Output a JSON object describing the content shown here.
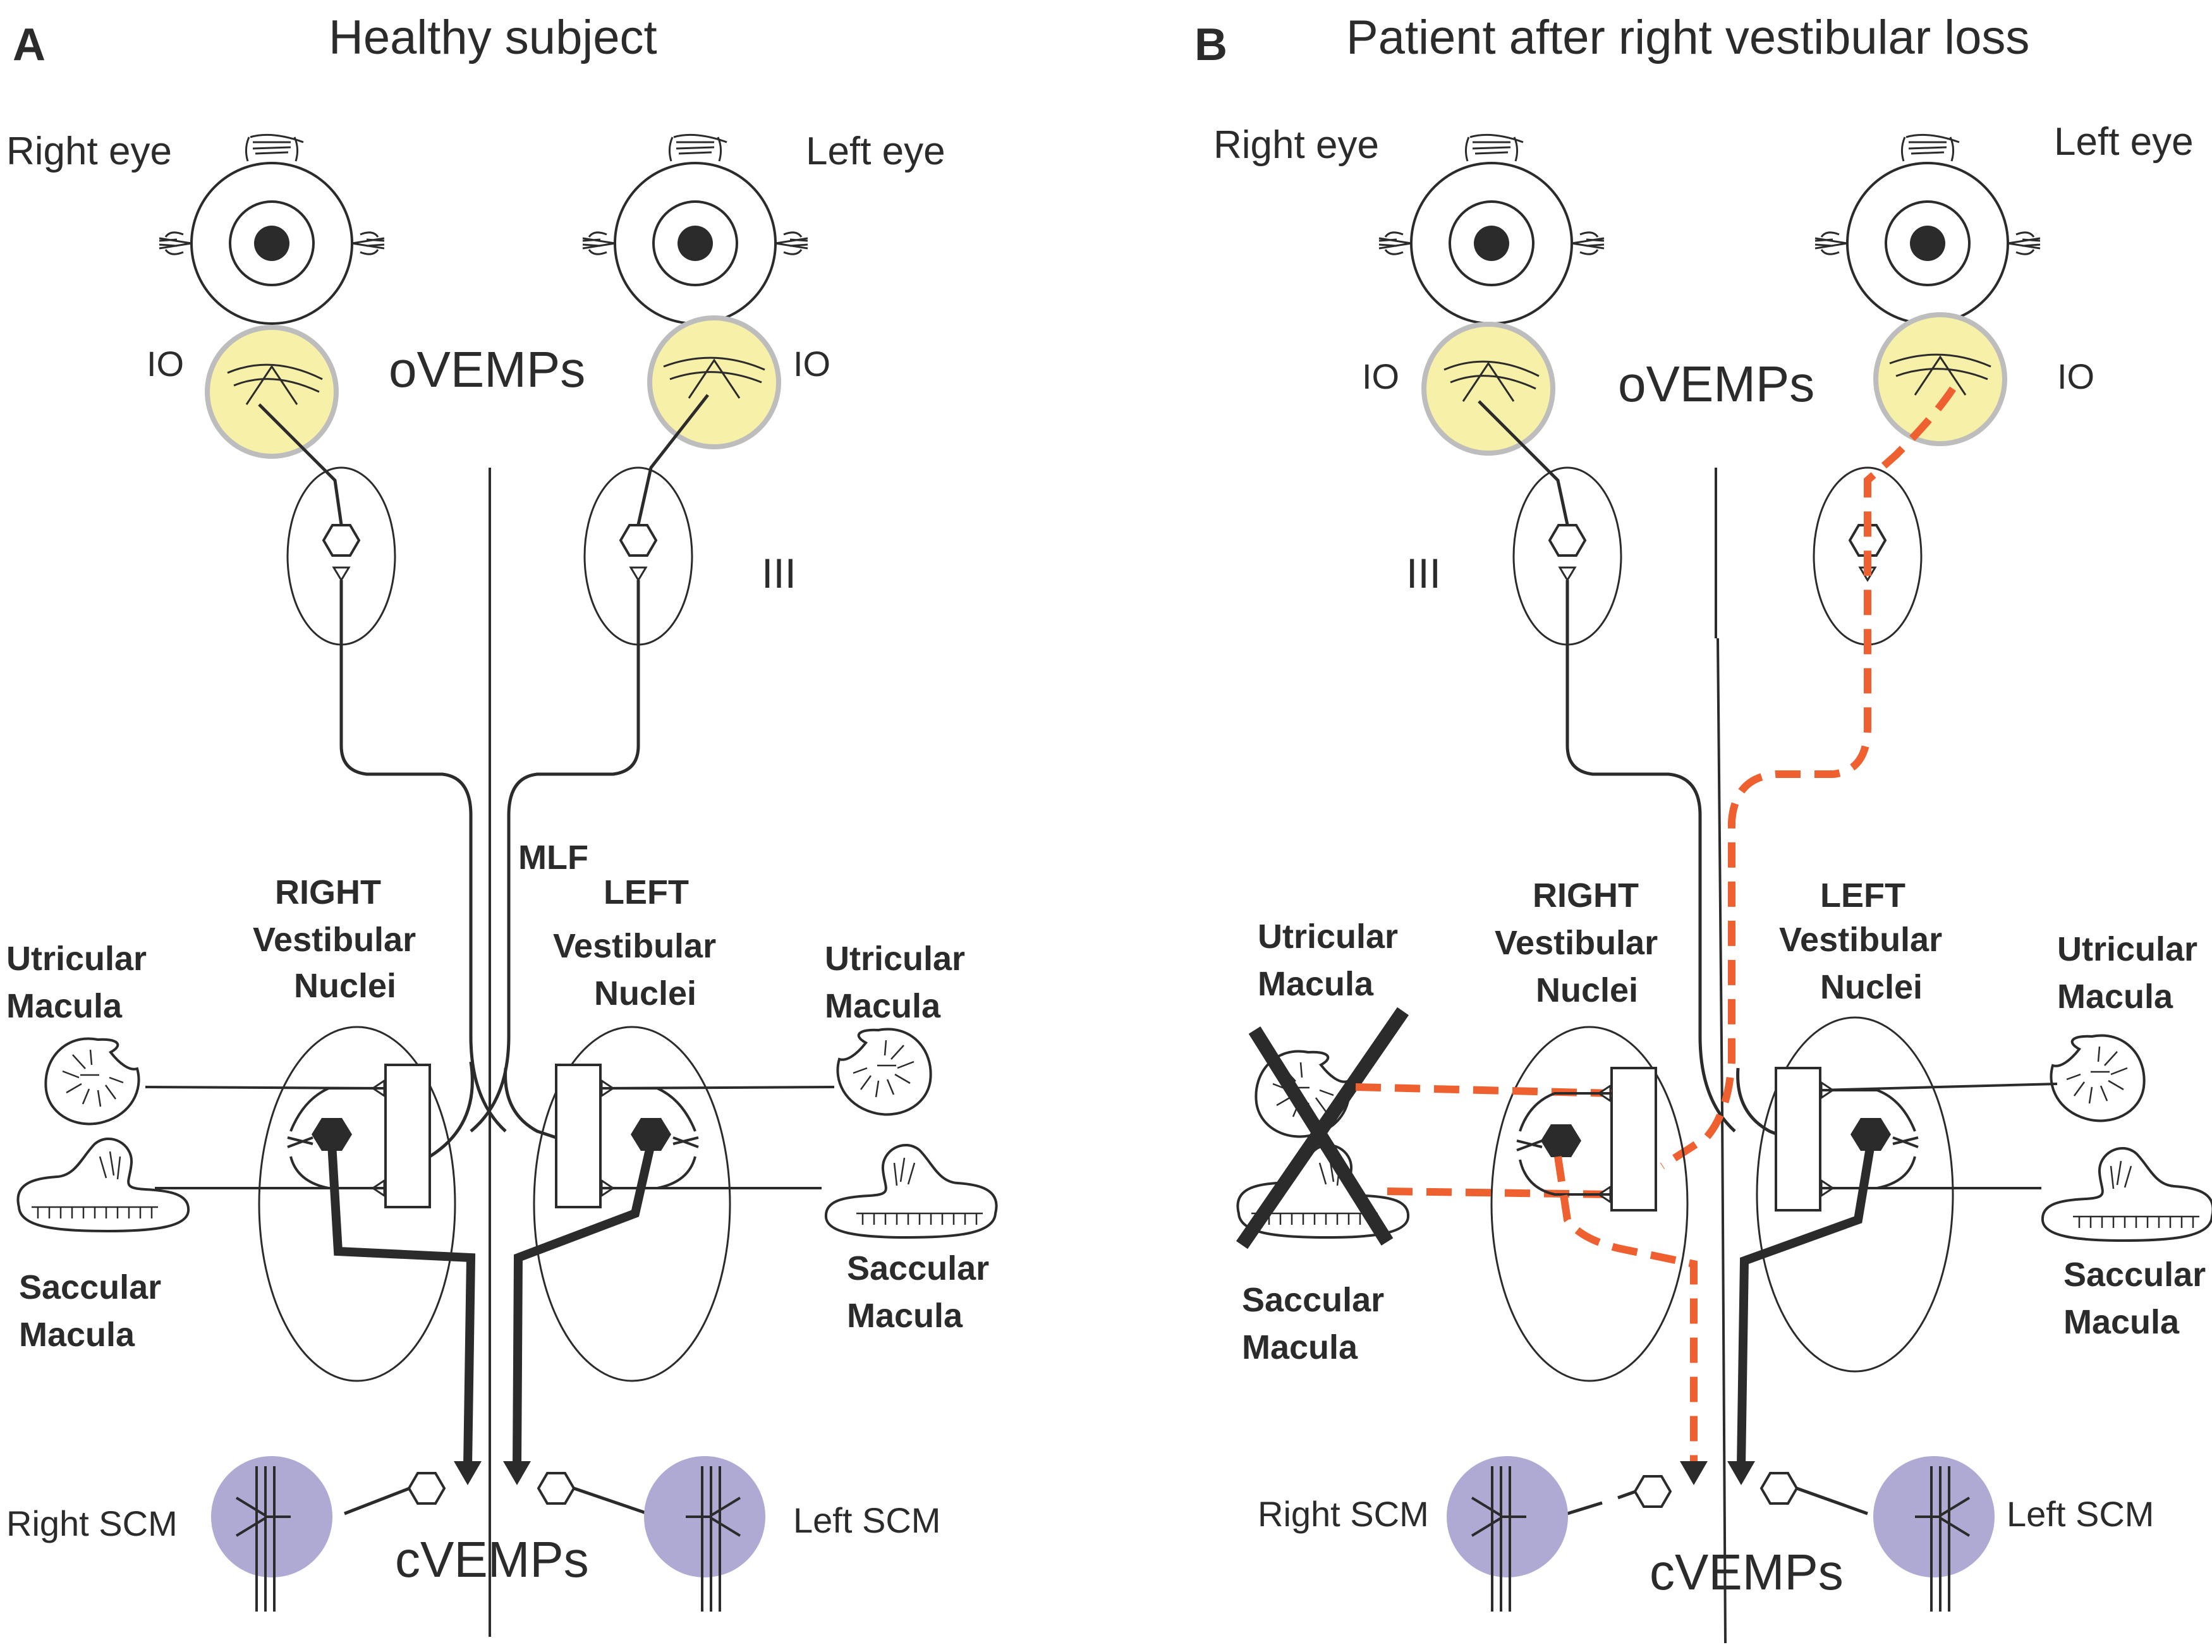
{
  "panel_a": {
    "letter": "A",
    "title": "Healthy subject",
    "right_eye": "Right eye",
    "left_eye": "Left eye",
    "io_right": "IO",
    "io_left": "IO",
    "ovemps": "oVEMPs",
    "nerve_iii": "III",
    "mlf": "MLF",
    "right_vn": [
      "RIGHT",
      "Vestibular",
      "Nuclei"
    ],
    "left_vn": [
      "LEFT",
      "Vestibular",
      "Nuclei"
    ],
    "utricular_right": [
      "Utricular",
      "Macula"
    ],
    "utricular_left": [
      "Utricular",
      "Macula"
    ],
    "saccular_right": [
      "Saccular",
      "Macula"
    ],
    "saccular_left": [
      "Saccular",
      "Macula"
    ],
    "right_scm": "Right  SCM",
    "left_scm": "Left  SCM",
    "cvemps": "cVEMPs"
  },
  "panel_b": {
    "letter": "B",
    "title": "Patient after right vestibular loss",
    "right_eye": "Right eye",
    "left_eye": "Left eye",
    "io_right": "IO",
    "io_left": "IO",
    "ovemps": "oVEMPs",
    "nerve_iii": "III",
    "right_vn": [
      "RIGHT",
      "Vestibular",
      "Nuclei"
    ],
    "left_vn": [
      "LEFT",
      "Vestibular",
      "Nuclei"
    ],
    "utricular_right": [
      "Utricular",
      "Macula"
    ],
    "utricular_left": [
      "Utricular",
      "Macula"
    ],
    "saccular_right": [
      "Saccular",
      "Macula"
    ],
    "saccular_left": [
      "Saccular",
      "Macula"
    ],
    "right_scm": "Right SCM",
    "left_scm": "Left  SCM",
    "cvemps": "cVEMPs"
  },
  "colors": {
    "io_fill": "#f7f0a8",
    "io_stroke": "#bdbdbd",
    "scm_fill": "#aeaad4",
    "lost_path": "#ee6030",
    "line": "#2b2b2b"
  }
}
